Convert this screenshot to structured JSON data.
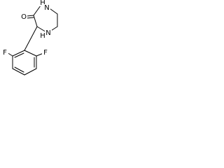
{
  "structure": {
    "atoms": {
      "nh_top": "H",
      "n_top": "N",
      "o": "O",
      "nh_right": "H",
      "n_right": "N",
      "f_left": "F",
      "f_right": "F"
    },
    "colors": {
      "bond": "#000000",
      "label": "#000000",
      "background": "#ffffff"
    }
  }
}
